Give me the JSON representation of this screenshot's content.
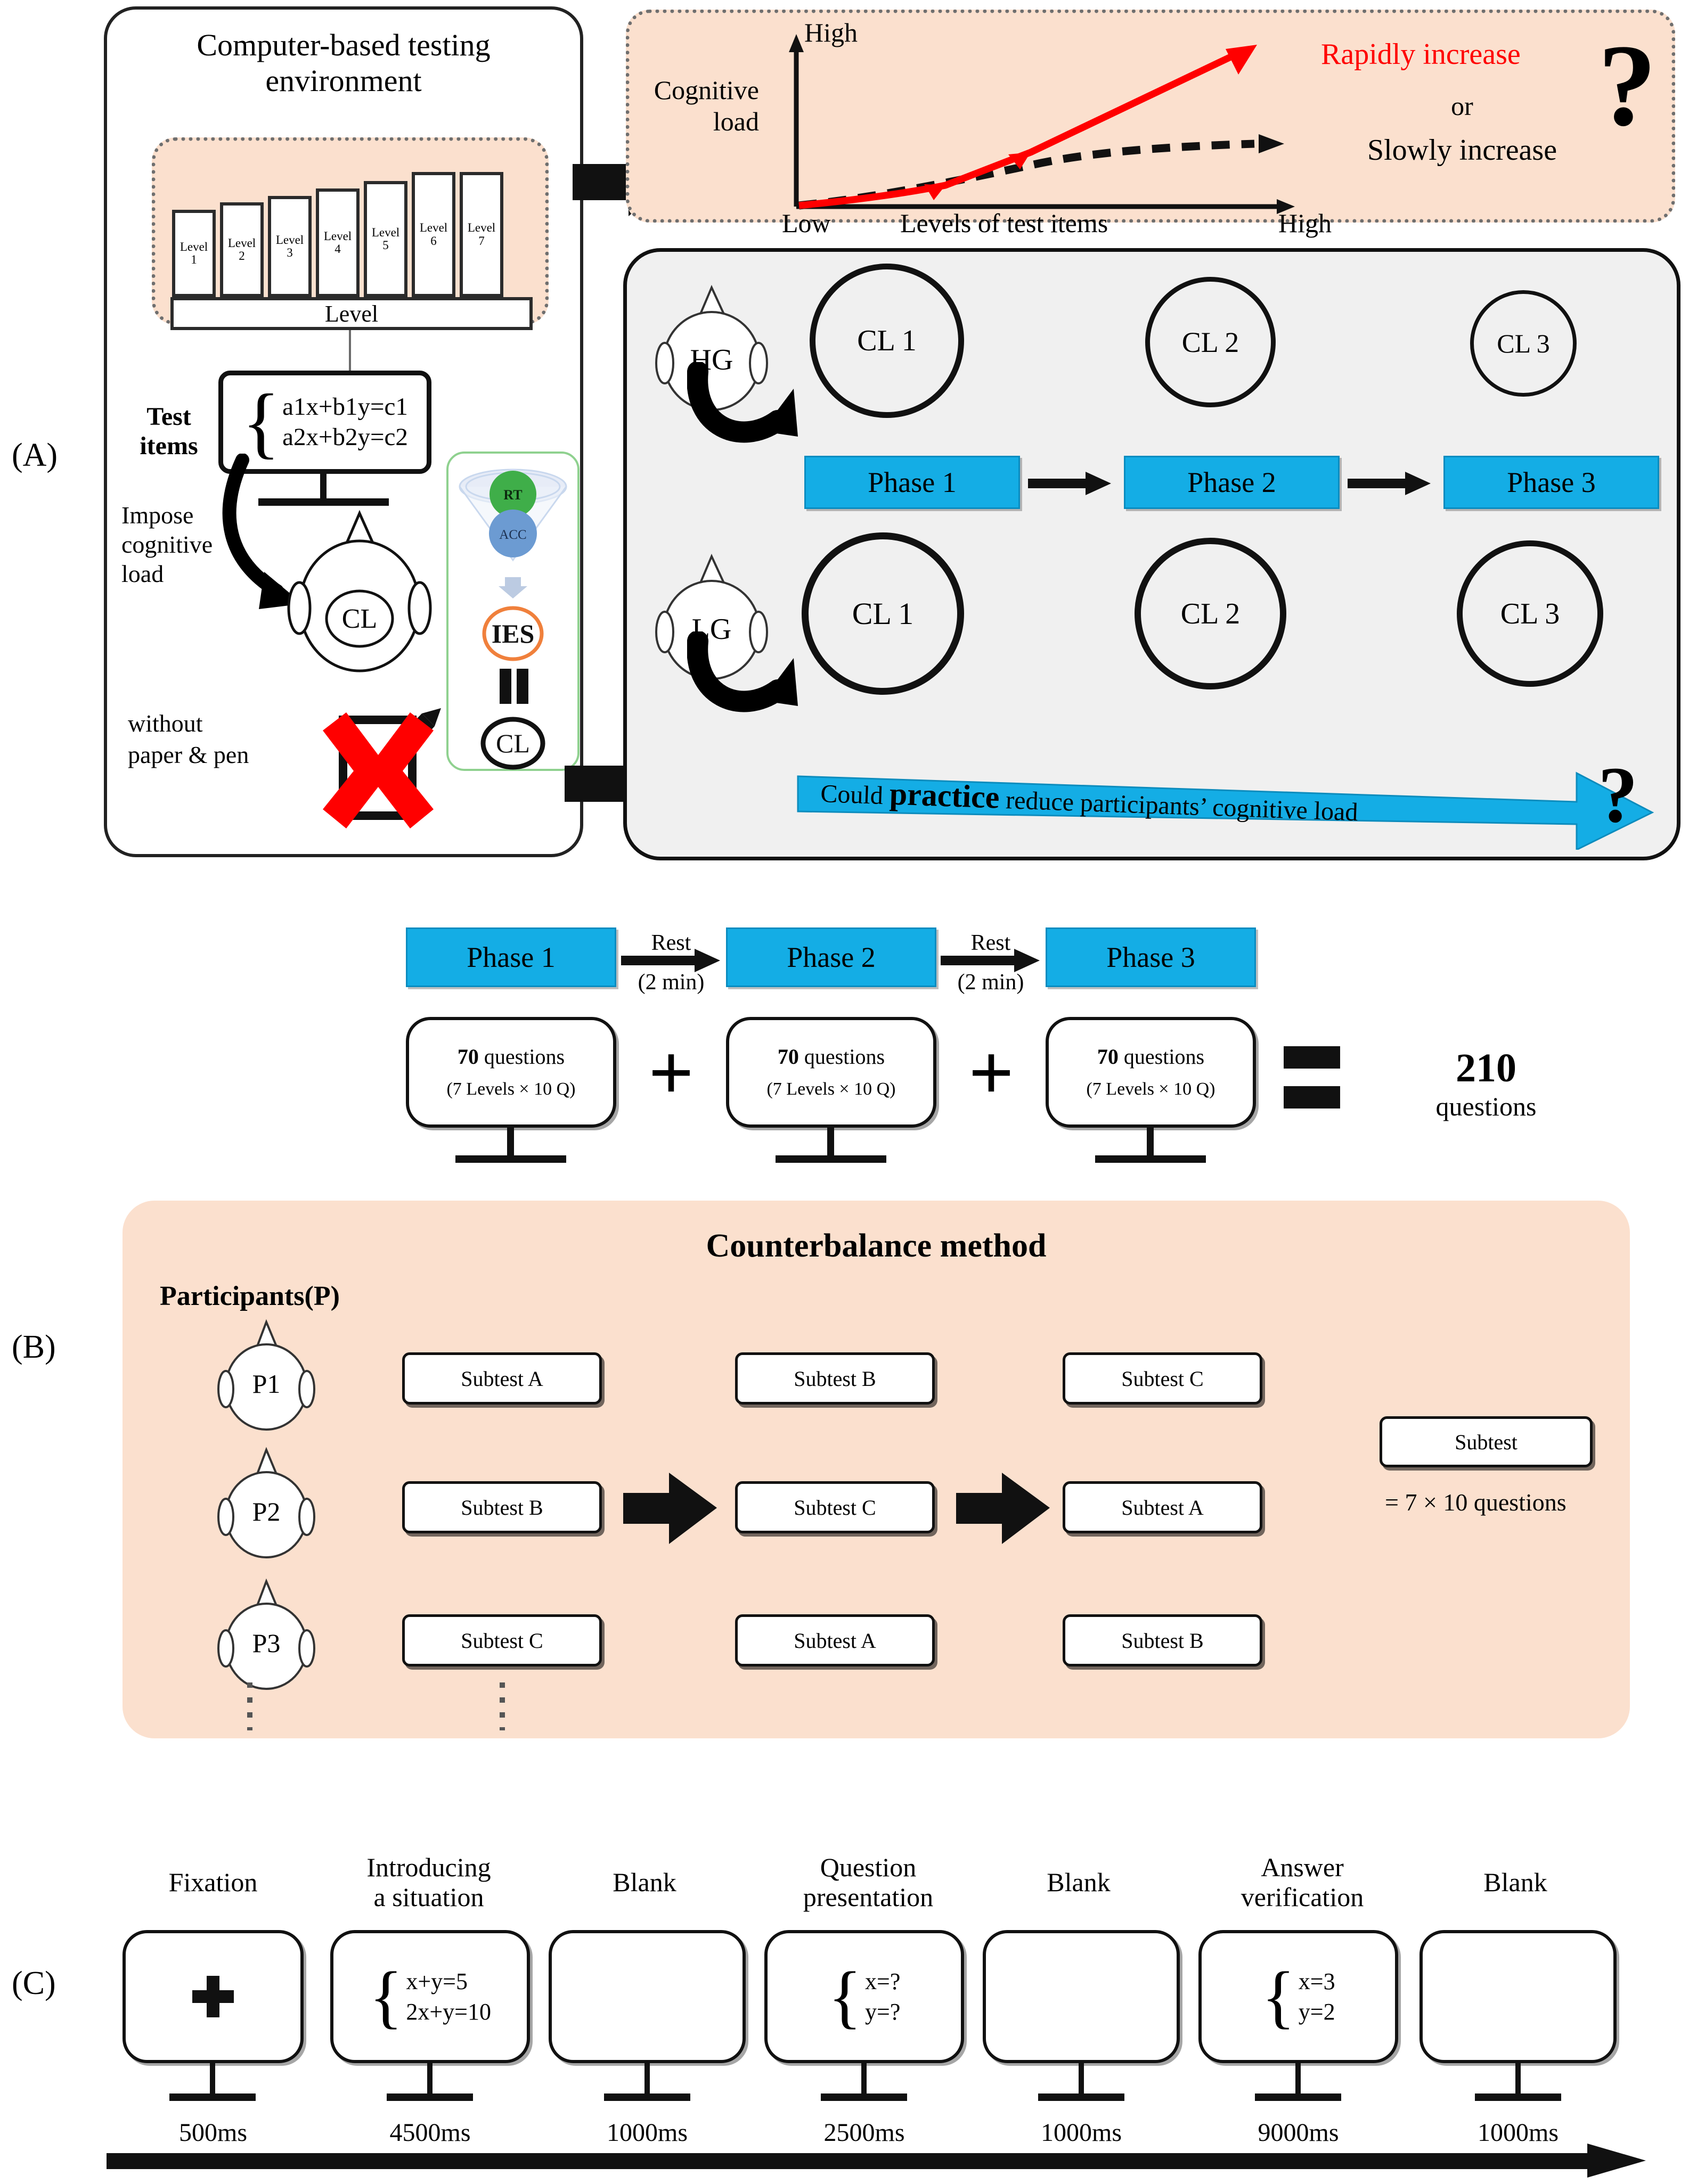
{
  "figure": {
    "panels": [
      {
        "id": "A",
        "label": "(A)"
      },
      {
        "id": "B",
        "label": "(B)"
      },
      {
        "id": "C",
        "label": "(C)"
      }
    ]
  },
  "panelA": {
    "environment_title_line1": "Computer-based  testing",
    "environment_title_line2": "environment",
    "levels": [
      {
        "label_line1": "Level",
        "label_line2": "1"
      },
      {
        "label_line1": "Level",
        "label_line2": "2"
      },
      {
        "label_line1": "Level",
        "label_line2": "3"
      },
      {
        "label_line1": "Level",
        "label_line2": "4"
      },
      {
        "label_line1": "Level",
        "label_line2": "5"
      },
      {
        "label_line1": "Level",
        "label_line2": "6"
      },
      {
        "label_line1": "Level",
        "label_line2": "7"
      }
    ],
    "level_bus_label": "Level",
    "test_items_label_line1": "Test",
    "test_items_label_line2": "items",
    "equation_line1": "a1x+b1y=c1",
    "equation_line2": "a2x+b2y=c2",
    "impose_label_line1": "Impose",
    "impose_label_line2": "cognitive",
    "impose_label_line3": "load",
    "cl_head_label": "CL",
    "without_paper_line1": "without",
    "without_paper_line2": "paper & pen",
    "funnel": {
      "rt_label": "RT",
      "acc_label": "ACC",
      "ies_label": "IES",
      "equals": "=",
      "cl_label": "CL"
    },
    "chart_data": {
      "type": "line",
      "title": "",
      "xlabel": "Levels of test items",
      "ylabel_line1": "Cognitive",
      "ylabel_line2": "load",
      "y_axis_top_label": "High",
      "x_axis_left_label": "Low",
      "x_axis_right_label": "High",
      "grid": false,
      "xlim": [
        0,
        10
      ],
      "ylim": [
        0,
        10
      ],
      "series": [
        {
          "name": "Rapidly increase",
          "color": "#FF0000",
          "style": "solid",
          "x": [
            0,
            2,
            4,
            6,
            9
          ],
          "y": [
            0,
            0.6,
            1.6,
            3.2,
            8.2
          ]
        },
        {
          "name": "Slowly increase",
          "color": "#000000",
          "style": "dashed",
          "x": [
            0,
            2,
            4,
            6,
            9
          ],
          "y": [
            0,
            0.5,
            1.4,
            2.5,
            3.3
          ]
        }
      ],
      "annotations": [
        {
          "text": "Rapidly increase",
          "color": "#FF0000"
        },
        {
          "text": "or",
          "color": "#000000"
        },
        {
          "text": "Slowly increase",
          "color": "#000000"
        },
        {
          "text": "?",
          "color": "#000000"
        }
      ]
    },
    "groups": {
      "hg_label": "HG",
      "lg_label": "LG",
      "hg_circles": [
        "CL 1",
        "CL 2",
        "CL 3"
      ],
      "lg_circles": [
        "CL 1",
        "CL 2",
        "CL 3"
      ],
      "phases": [
        "Phase 1",
        "Phase 2",
        "Phase 3"
      ]
    },
    "banner": {
      "part1": "Could ",
      "bold": "practice",
      "part2": " reduce participants’ cognitive load",
      "mark": "?"
    }
  },
  "panelB": {
    "phases": [
      "Phase 1",
      "Phase 2",
      "Phase 3"
    ],
    "rests": [
      {
        "line1": "Rest",
        "line2": "(2 min)"
      },
      {
        "line1": "Rest",
        "line2": "(2 min)"
      }
    ],
    "question_boxes": [
      {
        "count": "70",
        "unit": " questions",
        "detail": "(7 Levels × 10 Q)"
      },
      {
        "count": "70",
        "unit": " questions",
        "detail": "(7 Levels × 10 Q)"
      },
      {
        "count": "70",
        "unit": " questions",
        "detail": "(7 Levels × 10 Q)"
      }
    ],
    "plus_sign": "+",
    "equals_sign": "=",
    "total_count": "210",
    "total_unit": "questions",
    "counterbalance_title": "Counterbalance method",
    "participants_label": "Participants(P)",
    "rows": [
      {
        "participant": "P1",
        "subtests": [
          "Subtest A",
          "Subtest B",
          "Subtest C"
        ],
        "arrows": false
      },
      {
        "participant": "P2",
        "subtests": [
          "Subtest B",
          "Subtest C",
          "Subtest A"
        ],
        "arrows": true
      },
      {
        "participant": "P3",
        "subtests": [
          "Subtest C",
          "Subtest A",
          "Subtest B"
        ],
        "arrows": false
      }
    ],
    "legend": {
      "box_label": "Subtest",
      "equation": "= 7 × 10 questions"
    }
  },
  "panelC": {
    "steps": [
      {
        "title_line1": "Fixation",
        "title_line2": "",
        "content": "cross",
        "duration": "500ms"
      },
      {
        "title_line1": "Introducing",
        "title_line2": "a situation",
        "content": "eq",
        "eq1": "x+y=5",
        "eq2": "2x+y=10",
        "duration": "4500ms"
      },
      {
        "title_line1": "Blank",
        "title_line2": "",
        "content": "empty",
        "duration": "1000ms"
      },
      {
        "title_line1": "Question",
        "title_line2": "presentation",
        "content": "eq",
        "eq1": "x=?",
        "eq2": "y=?",
        "duration": "2500ms"
      },
      {
        "title_line1": "Blank",
        "title_line2": "",
        "content": "empty",
        "duration": "1000ms"
      },
      {
        "title_line1": "Answer",
        "title_line2": "verification",
        "content": "eq",
        "eq1": "x=3",
        "eq2": "y=2",
        "duration": "9000ms"
      },
      {
        "title_line1": "Blank",
        "title_line2": "",
        "content": "empty",
        "duration": "1000ms"
      }
    ]
  },
  "colors": {
    "peach": "#FBE0CE",
    "blue": "#14ADE5",
    "gray_panel": "#f0f0f0",
    "red": "#FF0000",
    "green_rt": "#3FAE49",
    "blue_acc": "#6C9BD2",
    "orange_ies": "#F0803C",
    "green_border": "#8FD18F"
  }
}
